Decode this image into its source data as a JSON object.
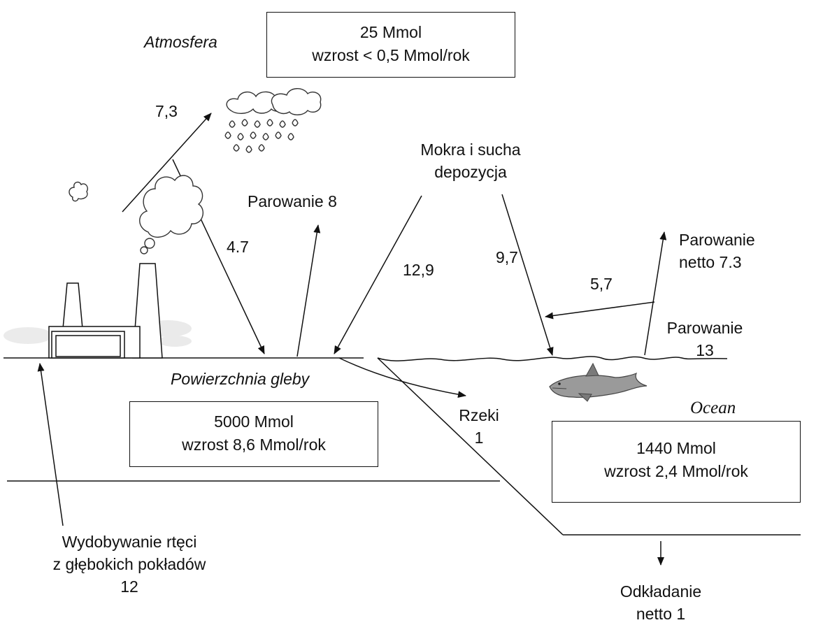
{
  "regions": {
    "atmosphere": "Atmosfera",
    "soil_surface": "Powierzchnia gleby",
    "ocean": "Ocean"
  },
  "reservoirs": {
    "atmosphere": {
      "amount": "25 Mmol",
      "growth": "wzrost < 0,5 Mmol/rok"
    },
    "soil": {
      "amount": "5000 Mmol",
      "growth": "wzrost 8,6 Mmol/rok"
    },
    "ocean": {
      "amount": "1440 Mmol",
      "growth": "wzrost 2,4 Mmol/rok"
    }
  },
  "flows": {
    "industrial_emission": "7,3",
    "industrial_deposition": "4.7",
    "land_evaporation": "Parowanie 8",
    "deposition_title_line1": "Mokra i sucha",
    "deposition_title_line2": "depozycja",
    "land_deposition": "12,9",
    "ocean_deposition": "9,7",
    "ocean_to_land": "5,7",
    "net_evaporation_line1": "Parowanie",
    "net_evaporation_line2": "netto 7.3",
    "ocean_evaporation_line1": "Parowanie",
    "ocean_evaporation_line2": "13",
    "rivers_line1": "Rzeki",
    "rivers_line2": "1",
    "mining_line1": "Wydobywanie rtęci",
    "mining_line2": "z głębokich pokładów",
    "mining_line3": "12",
    "sedimentation_line1": "Odkładanie",
    "sedimentation_line2": "netto 1"
  },
  "icons": [
    "cloud-rain-icon",
    "smoke-cloud-icon",
    "factory-icon",
    "shark-icon"
  ]
}
